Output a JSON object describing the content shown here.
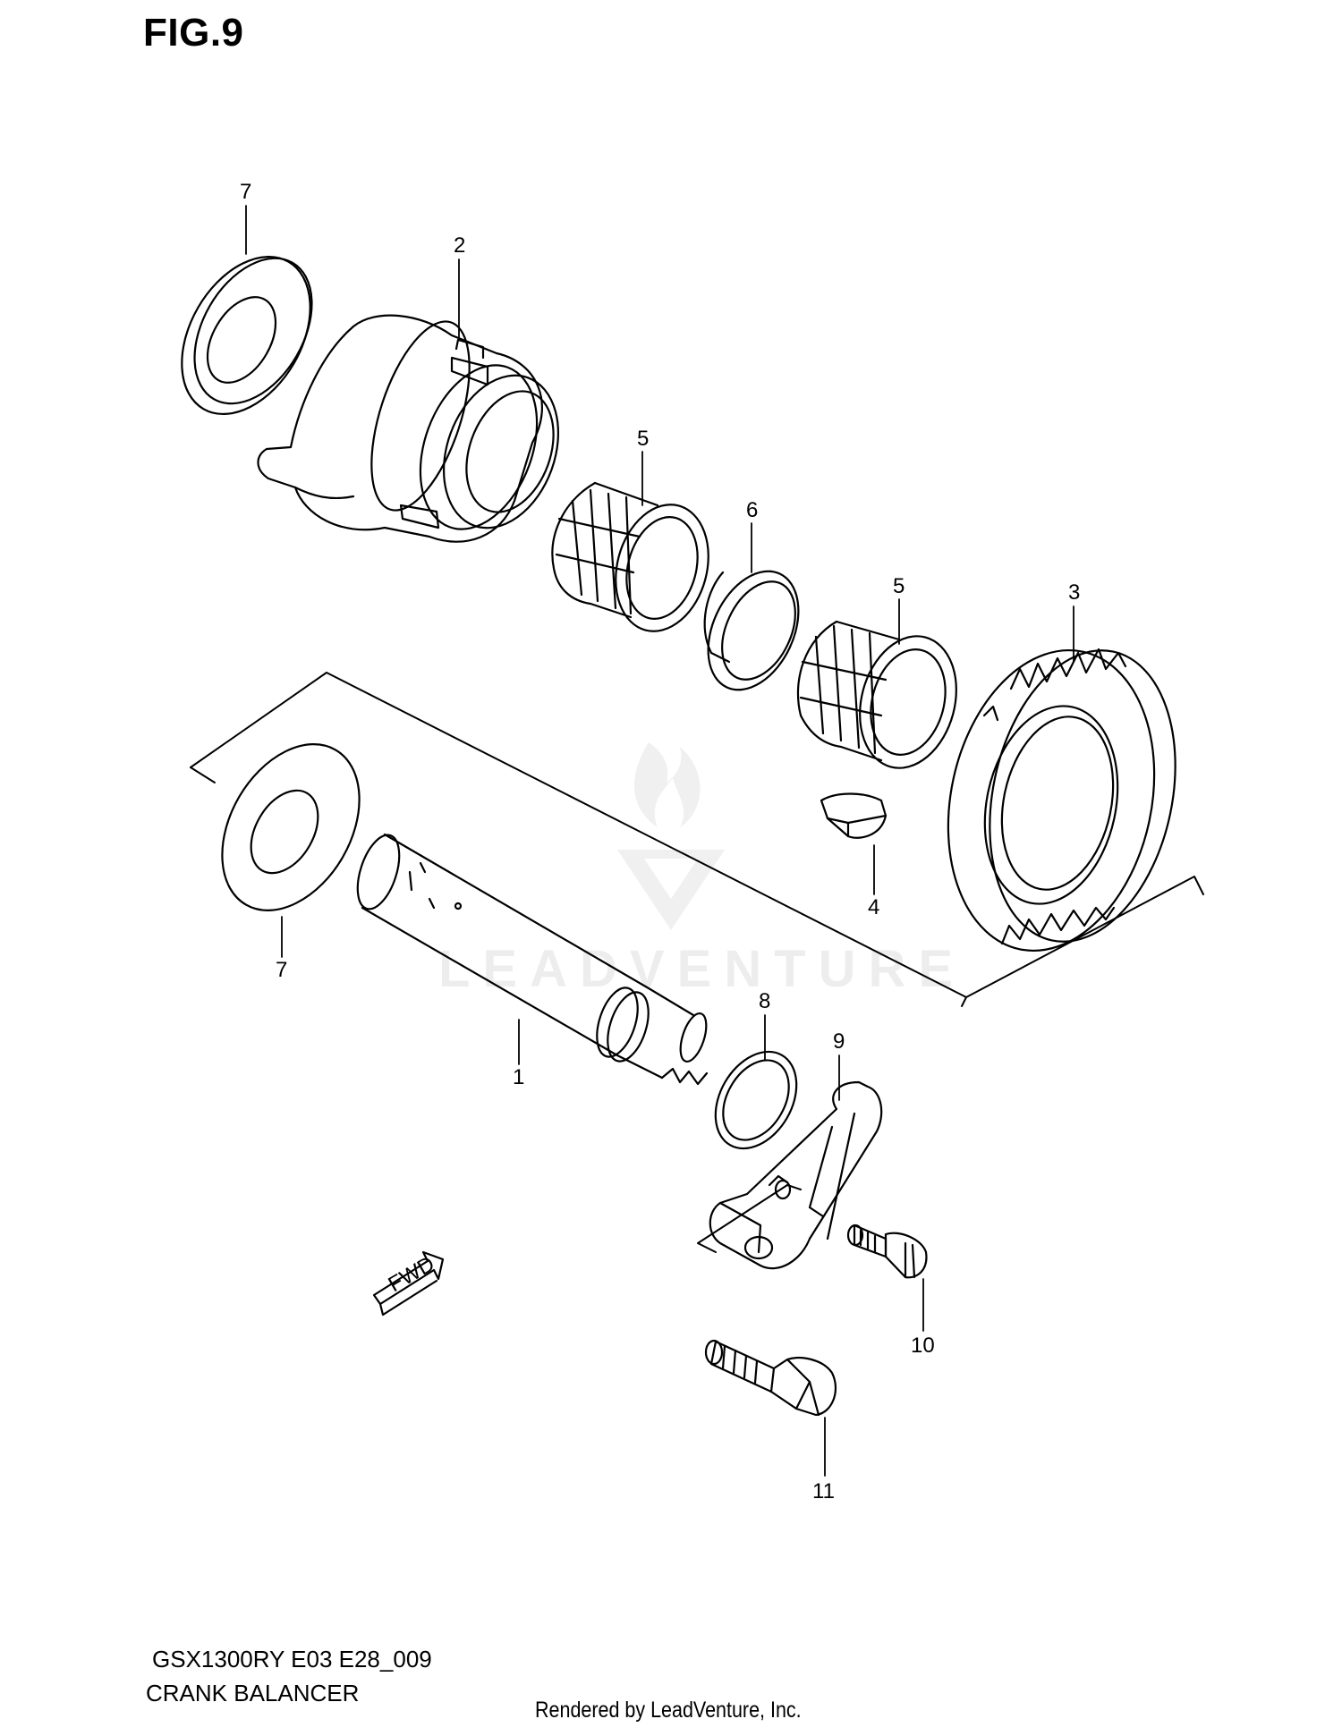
{
  "figure_title": "FIG.9",
  "footer": {
    "model_code": "GSX1300RY E03 E28_009",
    "assembly_name": "CRANK BALANCER",
    "rendered_by": "Rendered by LeadVenture, Inc."
  },
  "watermark_text": "LEADVENTURE",
  "fwd_label": "FWD",
  "callouts": {
    "c1": "1",
    "c2": "2",
    "c3": "3",
    "c4": "4",
    "c5a": "5",
    "c5b": "5",
    "c6": "6",
    "c7a": "7",
    "c7b": "7",
    "c8": "8",
    "c9": "9",
    "c10": "10",
    "c11": "11"
  }
}
